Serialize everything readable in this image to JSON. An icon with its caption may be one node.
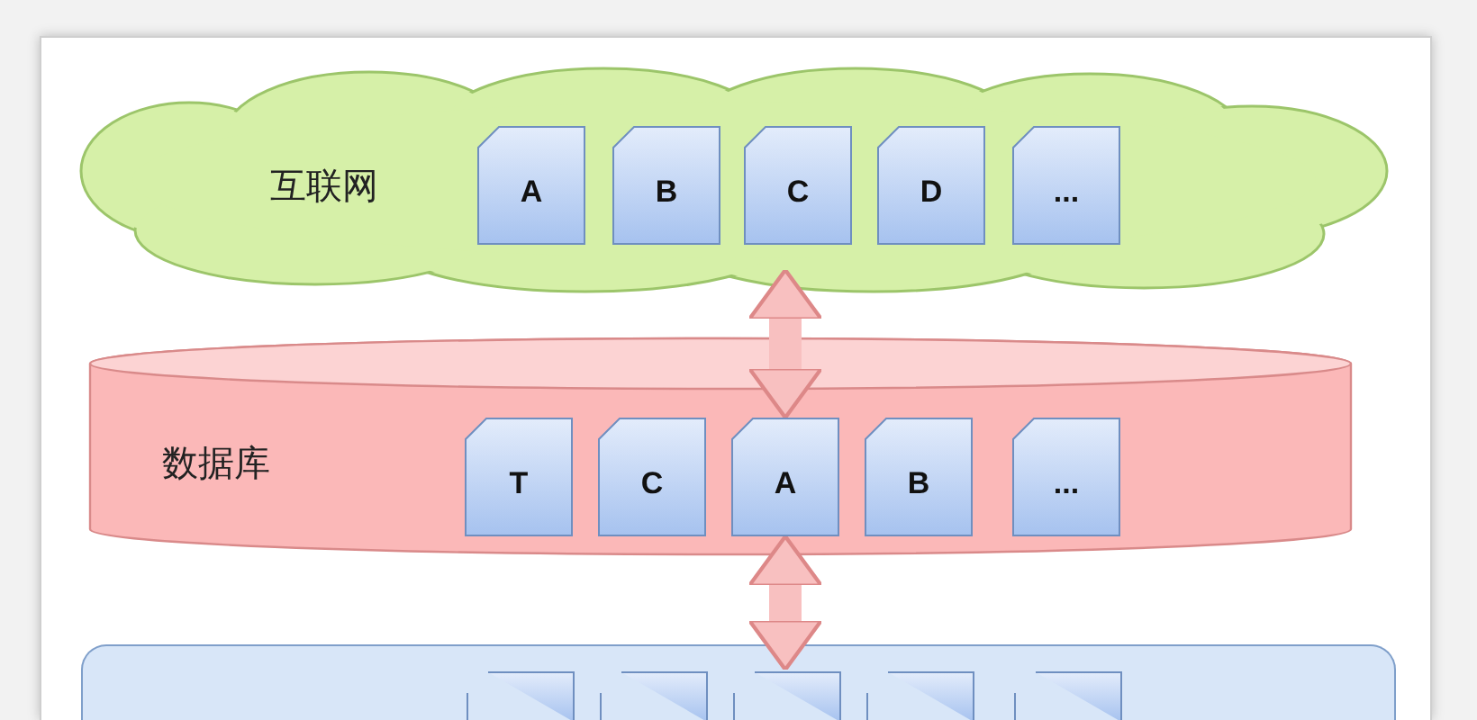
{
  "diagram": {
    "nodes": [
      {
        "text": [
          "互联网"
        ]
      },
      {
        "text": [
          "A"
        ],
        "in": 0
      },
      {
        "text": [
          "B"
        ],
        "in": 0
      },
      {
        "text": [
          "C"
        ],
        "in": 0
      },
      {
        "text": [
          "D"
        ],
        "in": 0
      },
      {
        "text": [
          "..."
        ],
        "in": 0
      },
      {
        "text": [
          "数据库"
        ]
      },
      {
        "text": [
          "T"
        ],
        "in": 6
      },
      {
        "text": [
          "C"
        ],
        "in": 6
      },
      {
        "text": [
          "A"
        ],
        "in": 6
      },
      {
        "text": [
          "B"
        ],
        "in": 6
      },
      {
        "text": [
          "..."
        ],
        "in": 6
      },
      {
        "text": [],
        "shape": "box"
      },
      {
        "text": [],
        "shape": "box",
        "in": 12
      },
      {
        "text": [],
        "shape": "box",
        "in": 12
      },
      {
        "text": [],
        "shape": "box",
        "in": 12
      },
      {
        "text": [],
        "shape": "box",
        "in": 12
      },
      {
        "text": [],
        "shape": "box",
        "in": 12
      }
    ],
    "edges": [
      {
        "from": 0,
        "to": 9,
        "arrow": "both"
      },
      {
        "from": 9,
        "to": 15,
        "arrow": "both"
      }
    ]
  }
}
